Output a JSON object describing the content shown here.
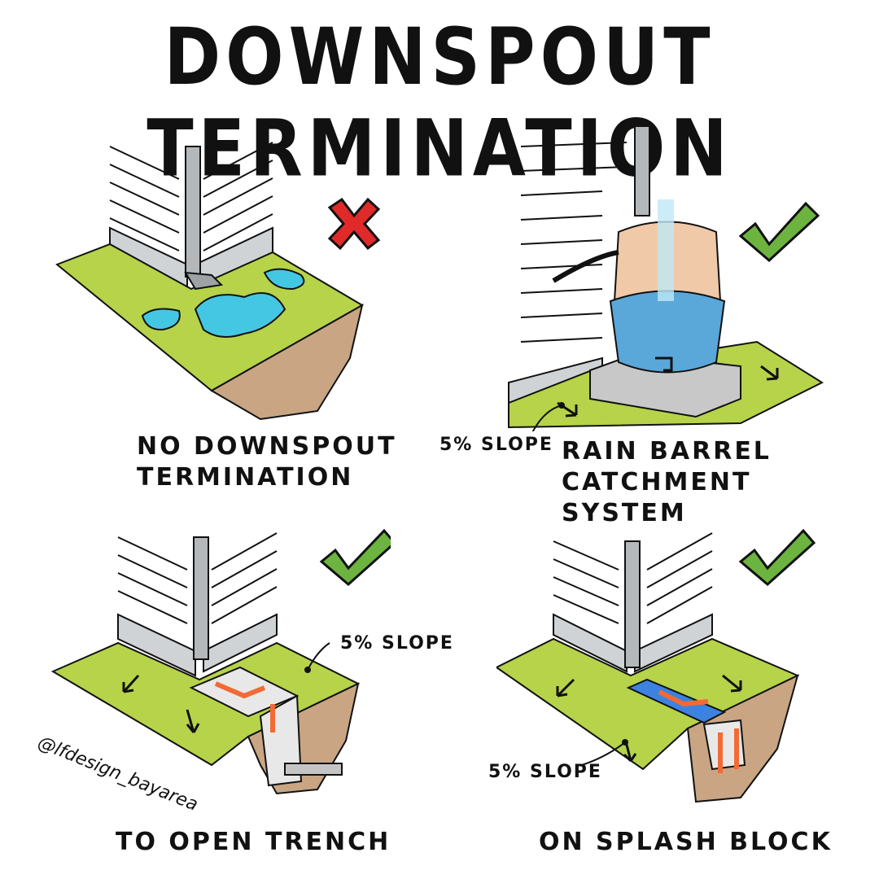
{
  "title": "DOWNSPOUT TERMINATION",
  "credit": "@lfdesign_bayarea",
  "colors": {
    "grass": "#b6d34a",
    "soil": "#c9a583",
    "water": "#44c7e3",
    "barrel": "#f0c9a8",
    "barrel_water": "#5aa7d9",
    "gravel": "#e8e8e8",
    "splash_block": "#3c82e0",
    "flow_arrow": "#f26a35",
    "bad": "#e02a2a",
    "good": "#6cb43f"
  },
  "panels": [
    {
      "caption_line1": "NO DOWNSPOUT",
      "caption_line2": "TERMINATION",
      "verdict": "x-mark"
    },
    {
      "caption_line1": "RAIN BARREL",
      "caption_line2": "CATCHMENT SYSTEM",
      "slope_label": "5% SLOPE",
      "verdict": "check-mark"
    },
    {
      "caption_line1": "TO OPEN TRENCH",
      "slope_label": "5% SLOPE",
      "verdict": "check-mark"
    },
    {
      "caption_line1": "ON SPLASH BLOCK",
      "slope_label": "5% SLOPE",
      "verdict": "check-mark"
    }
  ]
}
